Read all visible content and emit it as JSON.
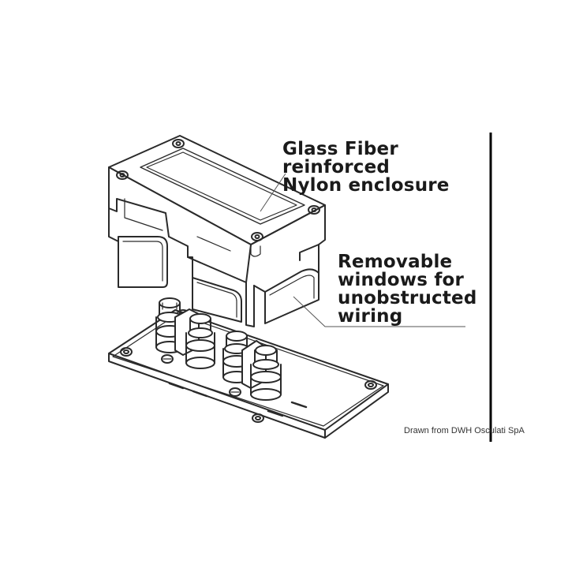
{
  "labels": {
    "enclosure": [
      "Glass Fiber",
      "reinforced",
      "Nylon enclosure"
    ],
    "windows": [
      "Removable",
      "windows for",
      "unobstructed",
      "wiring"
    ]
  },
  "credit": "Drawn from DWH Osculati SpA",
  "colors": {
    "line": "#2a2a2a",
    "frame_rule": "#000000",
    "background": "#ffffff",
    "leader": "#555555"
  }
}
